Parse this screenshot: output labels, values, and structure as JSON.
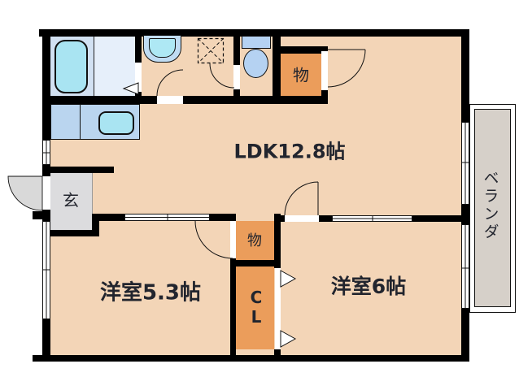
{
  "plan": {
    "type": "apartment-floor-plan",
    "rooms": {
      "ldk": {
        "label": "LDK12.8帖"
      },
      "western_room_53": {
        "label": "洋室5.3帖"
      },
      "western_room_6": {
        "label": "洋室6帖"
      },
      "entrance": {
        "label": "玄"
      },
      "storage_top": {
        "label": "物"
      },
      "storage_mid": {
        "label": "物"
      },
      "closet": {
        "letters": [
          "C",
          "L"
        ]
      },
      "veranda": {
        "label": "ベランダ"
      }
    },
    "fixtures": [
      "bathtub",
      "bathroom-folding-door",
      "kitchen-counter",
      "kitchen-sink",
      "vanity-basin",
      "washer-space-dashed-box",
      "toilet",
      "sliding-doors",
      "windows"
    ],
    "colors": {
      "wall": "#000000",
      "floor": "#f3d5b7",
      "storage_orange": "#eb9d5b",
      "entrance_gray": "#dcdcde",
      "veranda_gray": "#d6d0c9",
      "door_swing_gray": "#d9d9d9",
      "bath_room_blue": "#d2e1f2",
      "bath_wash_blue": "#e6effa",
      "counter_blue": "#bad5ef",
      "tub_cyan": "#a9e4f2",
      "toilet_blue": "#b5d2f2",
      "line": "#111111"
    }
  }
}
